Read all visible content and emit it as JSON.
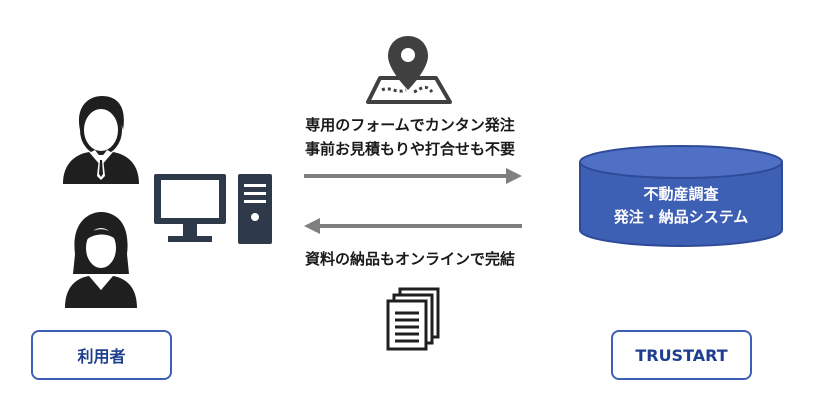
{
  "messages": {
    "top_line1": "専用のフォームでカンタン発注",
    "top_line2": "事前お見積もりや打合せも不要",
    "bottom_line": "資料の納品もオンラインで完結"
  },
  "system": {
    "line1": "不動産調査",
    "line2": "発注・納品システム"
  },
  "labels": {
    "user": "利用者",
    "provider": "TRUSTART"
  },
  "colors": {
    "accent": "#3d5fb4",
    "icon_dark": "#1f1f1f",
    "monitor": "#2e3a4a",
    "arrow": "#7f7f7f"
  },
  "icons": [
    "businessman-icon",
    "businesswoman-icon",
    "desktop-computer-icon",
    "map-pin-icon",
    "documents-icon"
  ]
}
